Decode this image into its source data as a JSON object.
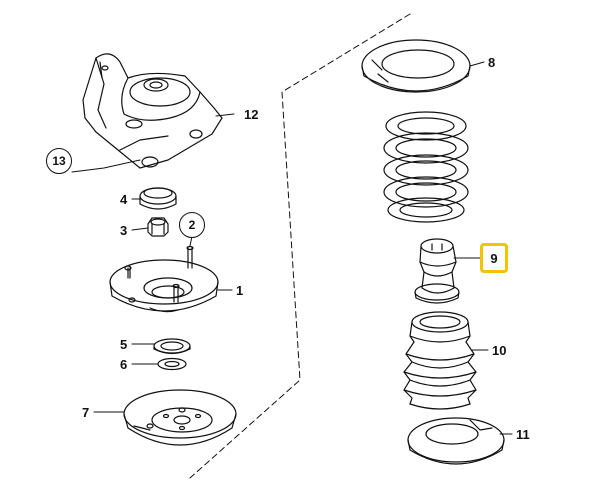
{
  "diagram": {
    "callouts": {
      "p1": "1",
      "p2": "2",
      "p3": "3",
      "p4": "4",
      "p5": "5",
      "p6": "6",
      "p7": "7",
      "p8": "8",
      "p9": "9",
      "p10": "10",
      "p11": "11",
      "p12": "12",
      "p13": "13"
    },
    "highlighted_part": "9",
    "highlight_color": "#f2c400",
    "line_color": "#111111"
  }
}
